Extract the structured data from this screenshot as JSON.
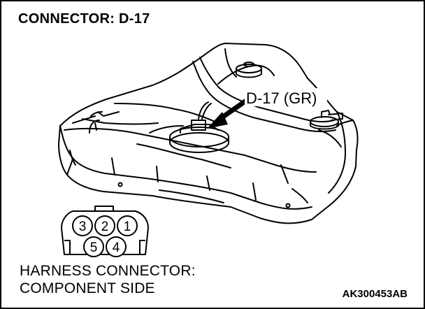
{
  "title": "CONNECTOR: D-17",
  "callout_label": "D-17 (GR)",
  "harness_label": {
    "line1": "HARNESS CONNECTOR:",
    "line2": "COMPONENT SIDE"
  },
  "figure_code": "AK300453AB",
  "connector_pins": {
    "top_row": [
      "3",
      "2",
      "1"
    ],
    "bottom_row": [
      "5",
      "4"
    ]
  },
  "icons": [
    "fuel-tank-illustration",
    "callout-arrow",
    "connector-face-icon"
  ],
  "colors": {
    "line": "#000000",
    "background": "#ffffff"
  }
}
